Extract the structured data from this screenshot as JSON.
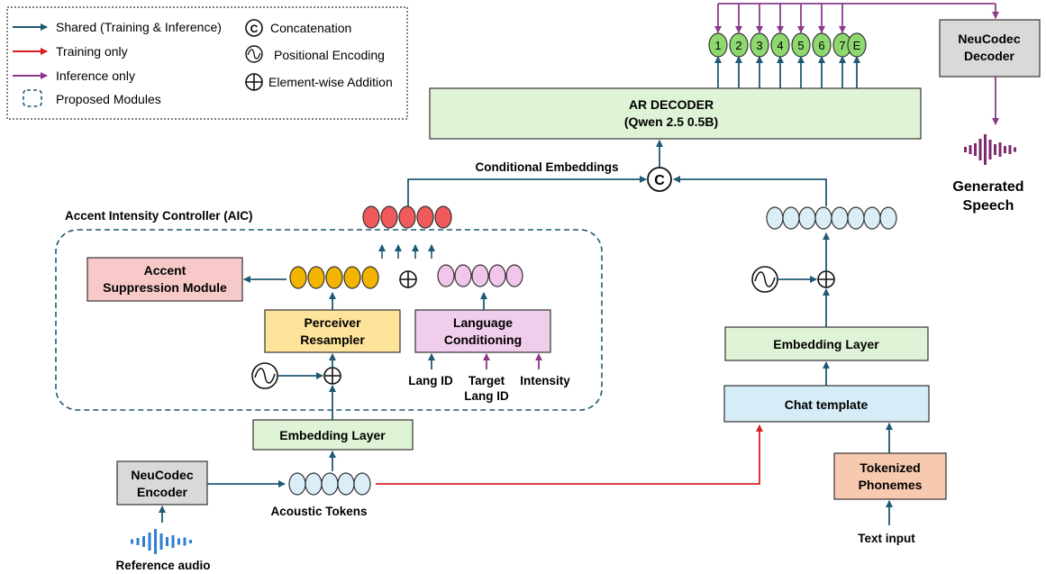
{
  "legend": {
    "shared": "Shared (Training & Inference)",
    "training": "Training only",
    "inference": "Inference only",
    "proposed": "Proposed Modules",
    "concat": "Concatenation",
    "posenc": "Positional Encoding",
    "addition": "Element-wise Addition",
    "concat_symbol": "C"
  },
  "boxes": {
    "ar_decoder": {
      "line1": "AR DECODER",
      "line2": "(Qwen 2.5 0.5B)"
    },
    "neucodec_decoder": {
      "line1": "NeuCodec",
      "line2": "Decoder"
    },
    "neucodec_encoder": {
      "line1": "NeuCodec",
      "line2": "Encoder"
    },
    "accent_suppression": {
      "line1": "Accent",
      "line2": "Suppression Module"
    },
    "perceiver": {
      "line1": "Perceiver",
      "line2": "Resampler"
    },
    "language_conditioning": {
      "line1": "Language",
      "line2": "Conditioning"
    },
    "embedding_left": "Embedding Layer",
    "embedding_right": "Embedding Layer",
    "chat_template": "Chat template",
    "tokenized_phonemes": {
      "line1": "Tokenized",
      "line2": "Phonemes"
    }
  },
  "labels": {
    "aic_title": "Accent Intensity Controller (AIC)",
    "conditional_embeddings": "Conditional Embeddings",
    "generated_speech": {
      "line1": "Generated",
      "line2": "Speech"
    },
    "lang_id": "Lang ID",
    "target_lang_id": {
      "line1": "Target",
      "line2": "Lang ID"
    },
    "intensity": "Intensity",
    "acoustic_tokens": "Acoustic Tokens",
    "reference_audio": "Reference audio",
    "text_input": "Text input"
  },
  "output_tokens": [
    "1",
    "2",
    "3",
    "4",
    "5",
    "6",
    "7",
    "E"
  ],
  "colors": {
    "shared_arrow": "#1f5a73",
    "training_arrow": "#d62020",
    "inference_arrow": "#8b3a8b",
    "green_box": "#dff3d6",
    "green_token": "#8fd870",
    "blue_box": "#d6ecf7",
    "blue_token": "#dbeef8",
    "red_token": "#f05a5a",
    "yellow_token": "#f3b400",
    "pink_token": "#f2c6ea",
    "accent_box": "#f8c9c9",
    "perceiver_box": "#fde49a",
    "language_box": "#f0cdea",
    "gray_box": "#d9d9d9",
    "phoneme_box": "#f7c9ae",
    "ref_audio_icon": "#2f7fd1",
    "speech_icon": "#7a2a6d"
  }
}
